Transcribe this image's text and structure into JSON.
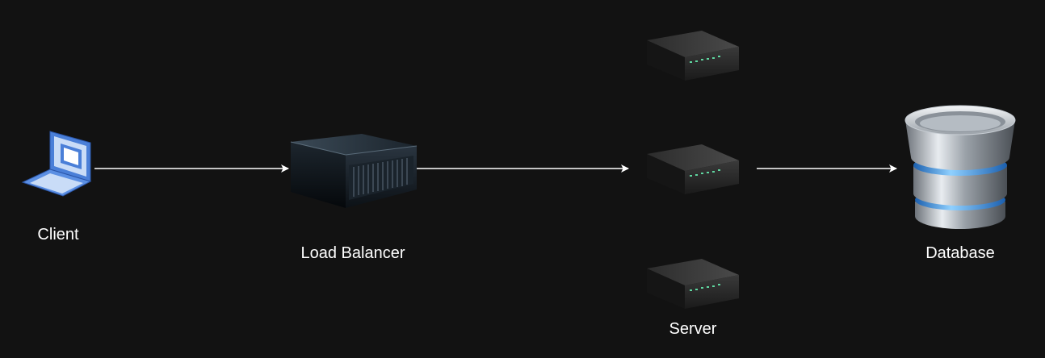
{
  "diagram": {
    "nodes": [
      {
        "id": "client",
        "label": "Client",
        "icon": "laptop-icon"
      },
      {
        "id": "load_balancer",
        "label": "Load Balancer",
        "icon": "rack-server-icon"
      },
      {
        "id": "server",
        "label": "Server",
        "icon": "server-box-icon"
      },
      {
        "id": "database",
        "label": "Database",
        "icon": "database-cylinder-icon"
      }
    ],
    "edges": [
      {
        "from": "client",
        "to": "load_balancer"
      },
      {
        "from": "load_balancer",
        "to": "server"
      },
      {
        "from": "server",
        "to": "database"
      }
    ],
    "colors": {
      "background": "#121212",
      "arrow": "#ffffff",
      "text": "#ffffff",
      "laptop_frame": "#4a7fd8",
      "laptop_screen": "#c9dcf7",
      "db_glow": "#4aa3ff"
    }
  }
}
